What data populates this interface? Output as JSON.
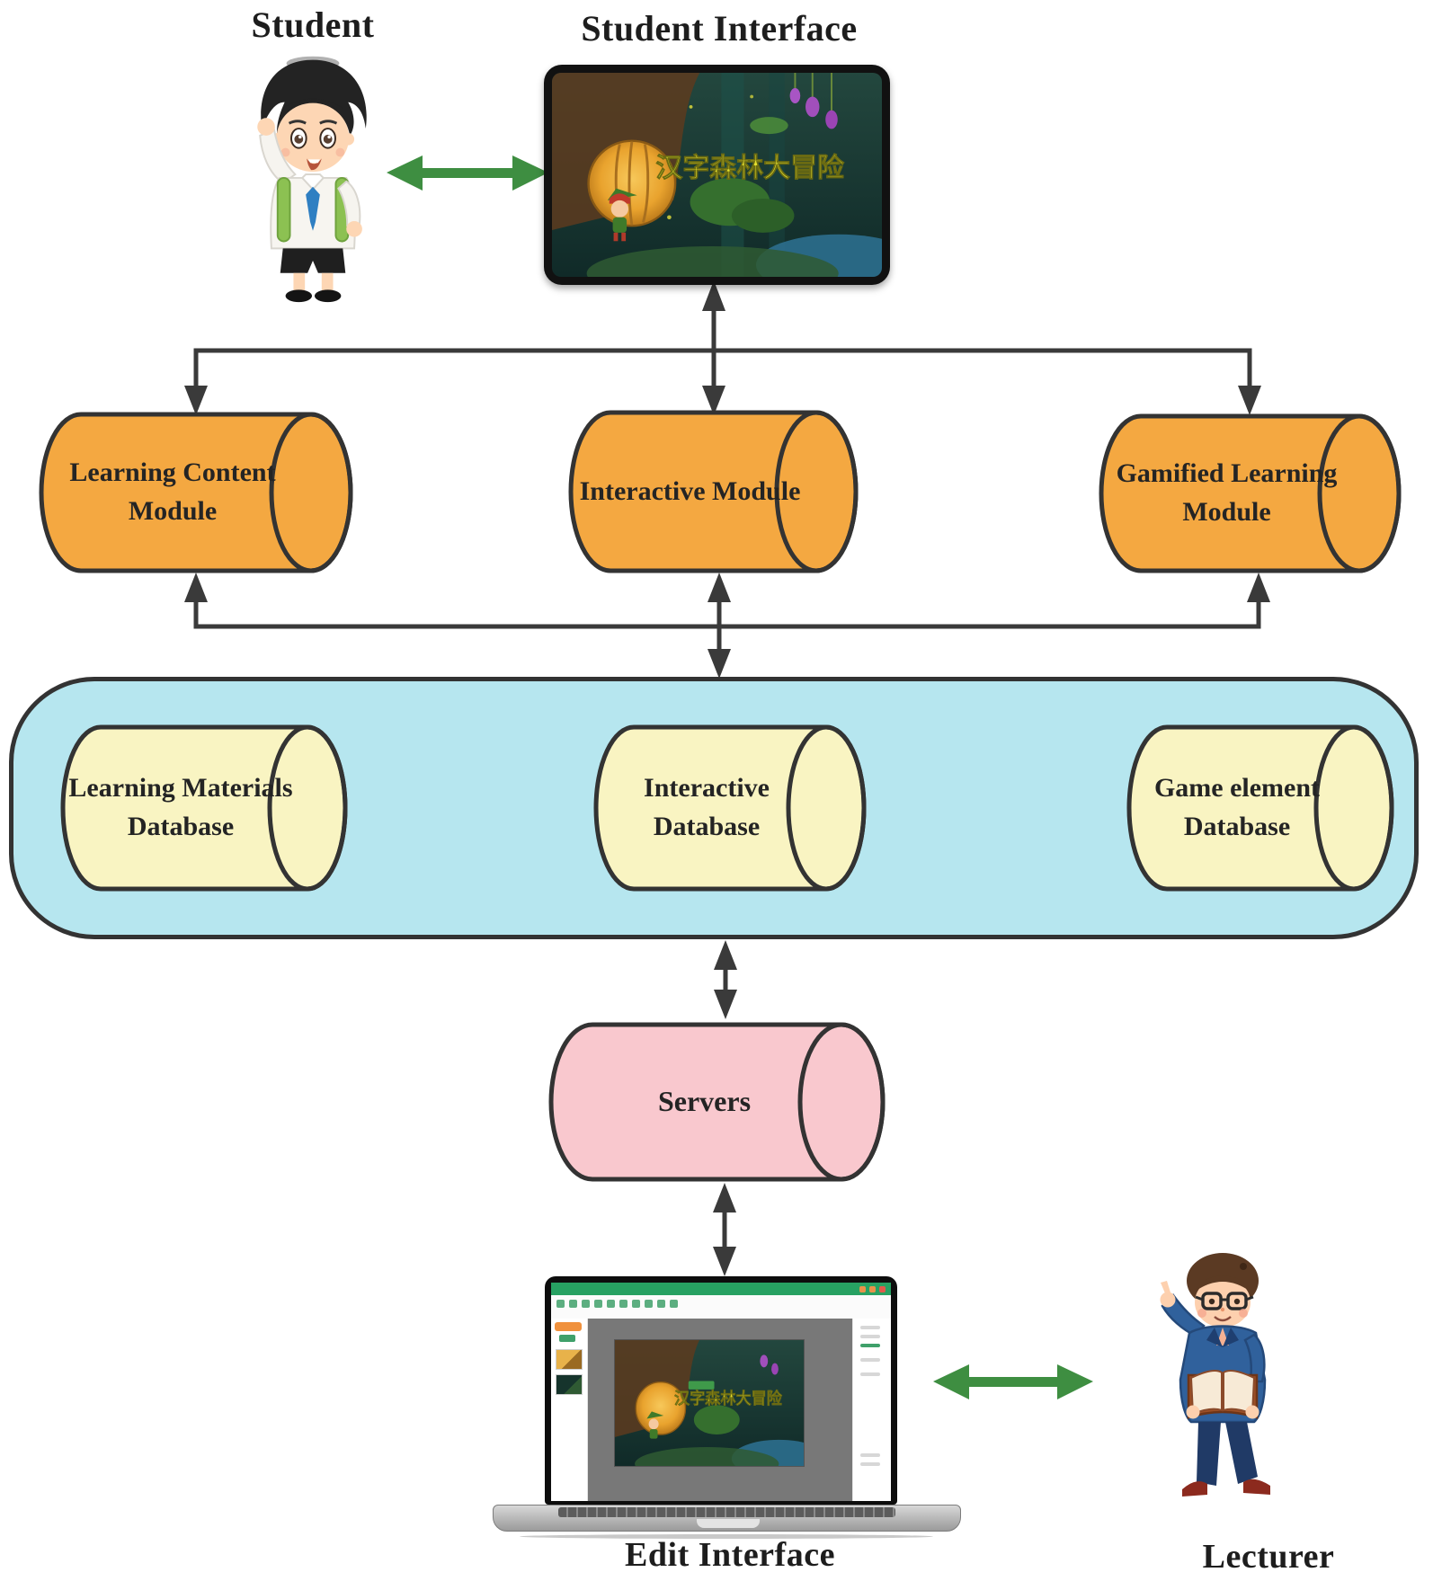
{
  "diagram": {
    "student": {
      "label": "Student"
    },
    "student_interface": {
      "label": "Student Interface",
      "game_title": "汉字森林大冒险"
    },
    "modules": [
      {
        "label": "Learning Content Module"
      },
      {
        "label": "Interactive Module"
      },
      {
        "label": "Gamified Learning Module"
      }
    ],
    "databases": [
      {
        "label": "Learning Materials Database"
      },
      {
        "label": "Interactive Database"
      },
      {
        "label": "Game element Database"
      }
    ],
    "servers": {
      "label": "Servers"
    },
    "edit_interface": {
      "label": "Edit Interface",
      "slide_title": "汉字森林大冒险"
    },
    "lecturer": {
      "label": "Lecturer"
    }
  },
  "colors": {
    "module_fill": "#F4A841",
    "database_fill": "#F9F4C2",
    "database_container_fill": "#B6E6EF",
    "server_fill": "#F9C8CE",
    "connector": "#3A3A3A",
    "green_arrow": "#3E8E41",
    "game_title_color": "#E5E030"
  }
}
